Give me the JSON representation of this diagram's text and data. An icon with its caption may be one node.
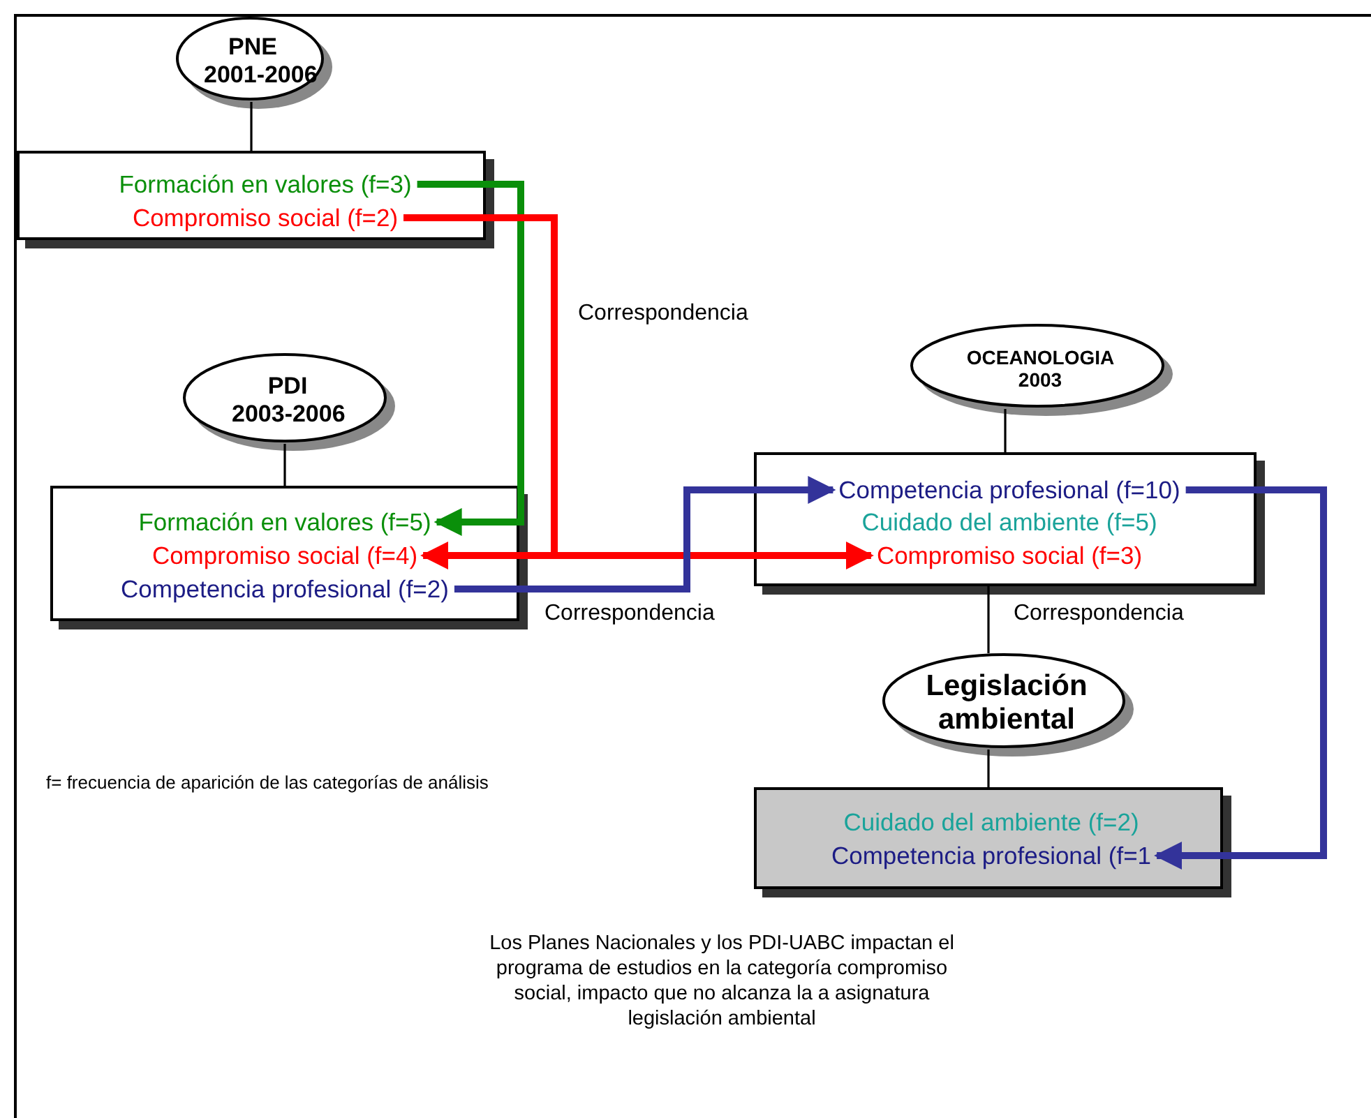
{
  "diagram": {
    "caption": "Los Planes Nacionales y los PDI-UABC impactan  el programa de estudios en la categoría compromiso social, impacto que no alcanza la a asignatura legislación ambiental",
    "nodes": [
      {
        "text": [
          "PNE 2001-2006"
        ]
      },
      {
        "text": [],
        "shape": "box"
      },
      {
        "text": [
          "Formación en valores (f=3)"
        ],
        "in": 1
      },
      {
        "text": [
          "Compromiso social  (f=2)"
        ],
        "in": 1
      },
      {
        "text": [
          "PDI 2003-2006"
        ]
      },
      {
        "text": [],
        "shape": "box"
      },
      {
        "text": [
          "Formación en valores (f=5)"
        ],
        "in": 5
      },
      {
        "text": [
          "Compromiso social (f=4)"
        ],
        "in": 5
      },
      {
        "text": [
          "Competencia profesional  (f=2)"
        ],
        "in": 5
      },
      {
        "text": [
          "OCEANOLOGIA 2003"
        ]
      },
      {
        "text": [],
        "shape": "box"
      },
      {
        "text": [
          "Competencia profesional (f=10)"
        ],
        "in": 10
      },
      {
        "text": [
          "Cuidado del ambiente (f=5)"
        ],
        "in": 10
      },
      {
        "text": [
          "Compromiso social (f=3)"
        ],
        "in": 10
      },
      {
        "text": [
          "Legislación ambiental"
        ]
      },
      {
        "text": [],
        "shape": "box"
      },
      {
        "text": [
          "Cuidado del ambiente  (f=2)"
        ],
        "in": 15
      },
      {
        "text": [
          "Competencia profesional (f=1"
        ],
        "in": 15
      }
    ],
    "edges": [
      {
        "from": 0,
        "to": 1,
        "arrow": "none"
      },
      {
        "from": 4,
        "to": 5,
        "arrow": "none"
      },
      {
        "from": 9,
        "to": 10,
        "arrow": "none"
      },
      {
        "from": 10,
        "to": 14,
        "arrow": "none"
      },
      {
        "from": 14,
        "to": 15,
        "arrow": "none"
      },
      {
        "from": 2,
        "to": 6,
        "arrow": "to",
        "style": "thick",
        "color": "#0a8f0a"
      },
      {
        "from": 3,
        "to": 7,
        "arrow": "to",
        "style": "thick",
        "color": "#ff0000"
      },
      {
        "from": 3,
        "to": 13,
        "arrow": "to",
        "style": "thick",
        "color": "#ff0000"
      },
      {
        "from": 8,
        "to": 11,
        "arrow": "to",
        "style": "thick",
        "color": "#33339a"
      },
      {
        "from": 11,
        "to": 17,
        "arrow": "to",
        "style": "thick",
        "color": "#33339a"
      }
    ],
    "labels": [
      "Correspondencia",
      "Correspondencia",
      "Correspondencia",
      "f= frecuencia de aparición de las categorías de análisis"
    ]
  }
}
